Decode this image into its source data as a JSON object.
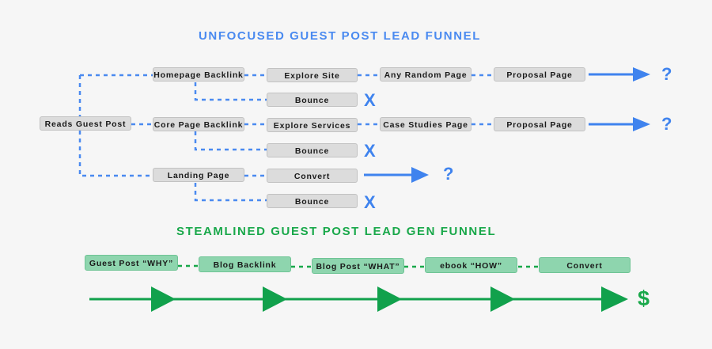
{
  "colors": {
    "background": "#f6f6f6",
    "unfocused_accent": "#4a8af0",
    "streamlined_accent": "#19a84a",
    "gray_box": "#dcdcdc",
    "green_box": "#8ed5ae"
  },
  "unfocused": {
    "title": "UNFOCUSED GUEST POST LEAD FUNNEL",
    "start": "Reads Guest Post",
    "paths": [
      {
        "entry": "Homepage Backlink",
        "steps": [
          "Explore Site",
          "Any Random Page",
          "Proposal Page"
        ],
        "outcome": "?",
        "exit": "Bounce",
        "exit_mark": "X"
      },
      {
        "entry": "Core Page Backlink",
        "steps": [
          "Explore Services",
          "Case Studies Page",
          "Proposal Page"
        ],
        "outcome": "?",
        "exit": "Bounce",
        "exit_mark": "X"
      },
      {
        "entry": "Landing Page",
        "steps": [
          "Convert"
        ],
        "outcome": "?",
        "exit": "Bounce",
        "exit_mark": "X"
      }
    ]
  },
  "streamlined": {
    "title": "STEAMLINED GUEST POST LEAD GEN FUNNEL",
    "steps": [
      "Guest Post “WHY”",
      "Blog Backlink",
      "Blog Post “WHAT”",
      "ebook “HOW”",
      "Convert"
    ],
    "outcome": "$"
  }
}
